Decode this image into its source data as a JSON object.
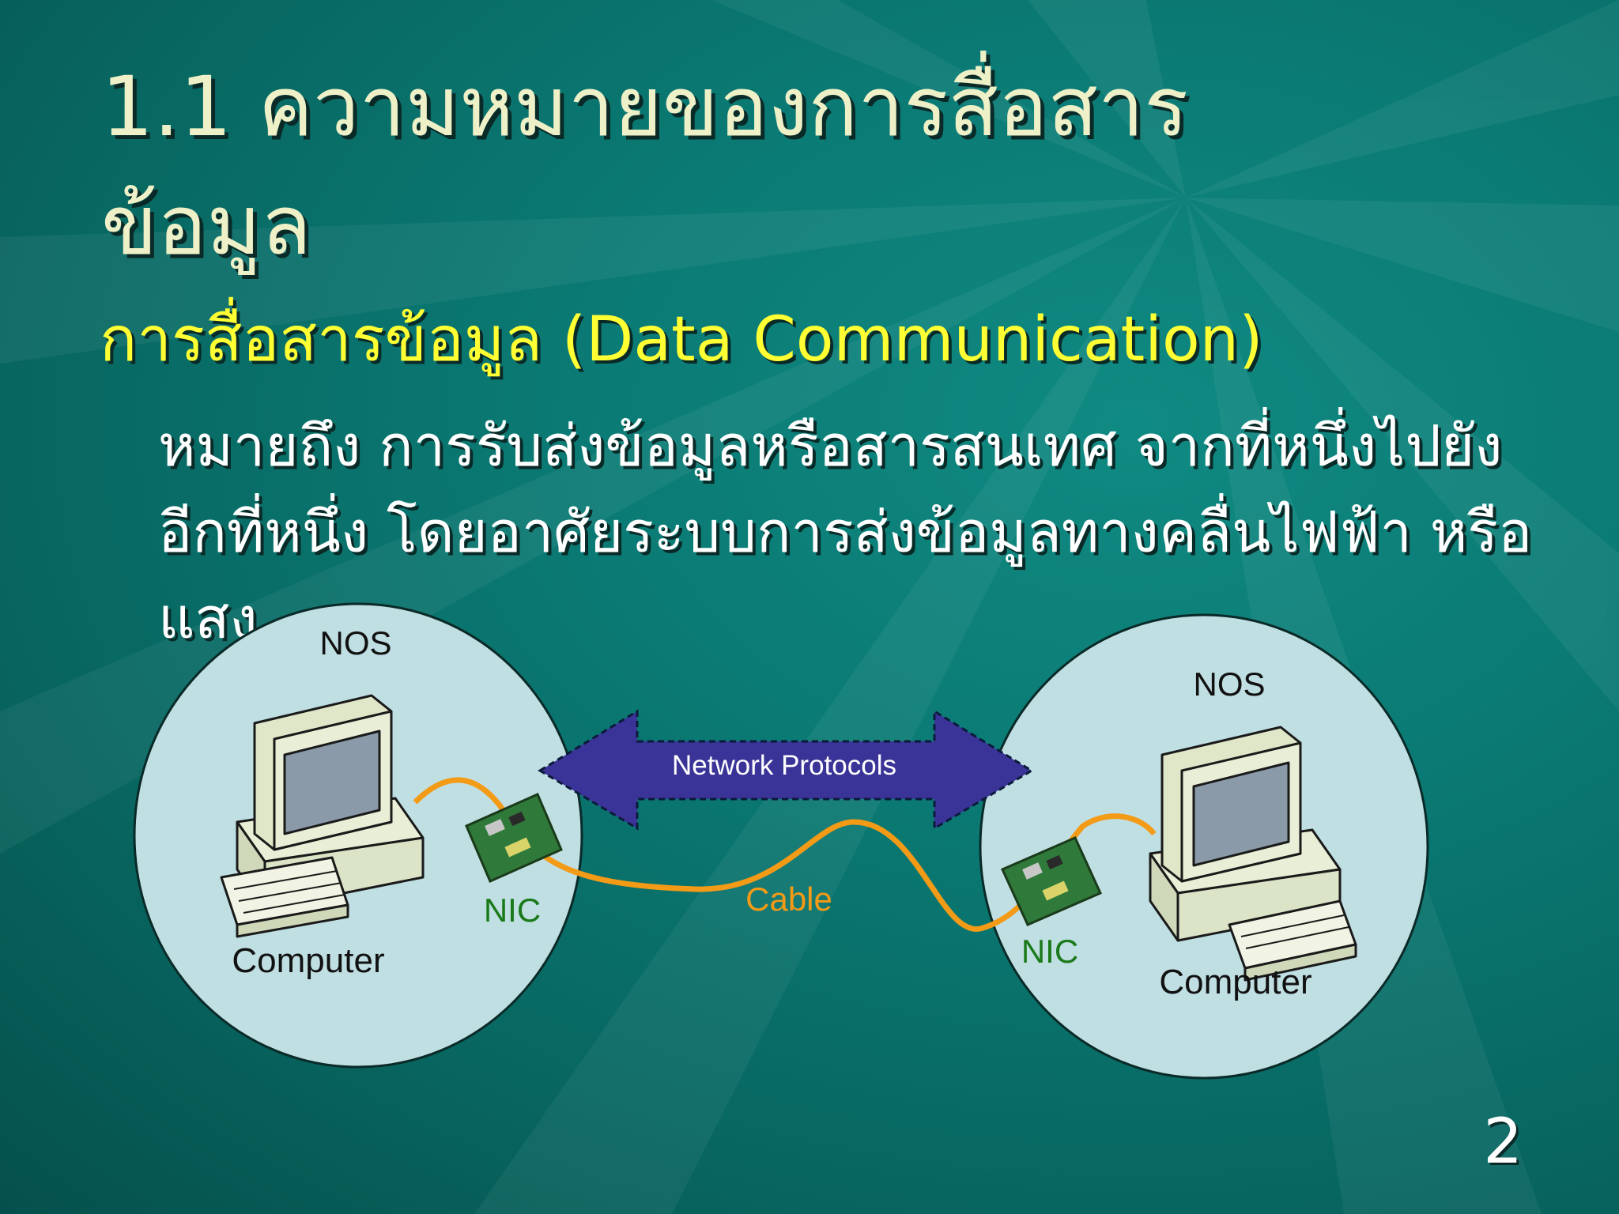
{
  "slide": {
    "title": "1.1 ความหมายของการสื่อสารข้อมูล",
    "subtitle": "การสื่อสารข้อมูล (Data Communication)",
    "body": "หมายถึง การรับส่งข้อมูลหรือสารสนเทศ จากที่หนึ่งไปยังอีกที่หนึ่ง โดยอาศัยระบบการส่งข้อมูลทางคลื่นไฟฟ้า หรือแสง",
    "page_number": "2"
  },
  "diagram": {
    "left_node": {
      "os_label": "NOS",
      "card_label": "NIC",
      "device_label": "Computer"
    },
    "right_node": {
      "os_label": "NOS",
      "card_label": "NIC",
      "device_label": "Computer"
    },
    "arrow_label": "Network Protocols",
    "cable_label": "Cable"
  },
  "colors": {
    "background": "#0b7a74",
    "title_text": "#eef0c8",
    "subtitle_text": "#ffff33",
    "node_circle": "#c0dfe3",
    "arrow_fill": "#3b3498",
    "cable": "#f39a16",
    "nic_label": "#1a7a1a"
  }
}
